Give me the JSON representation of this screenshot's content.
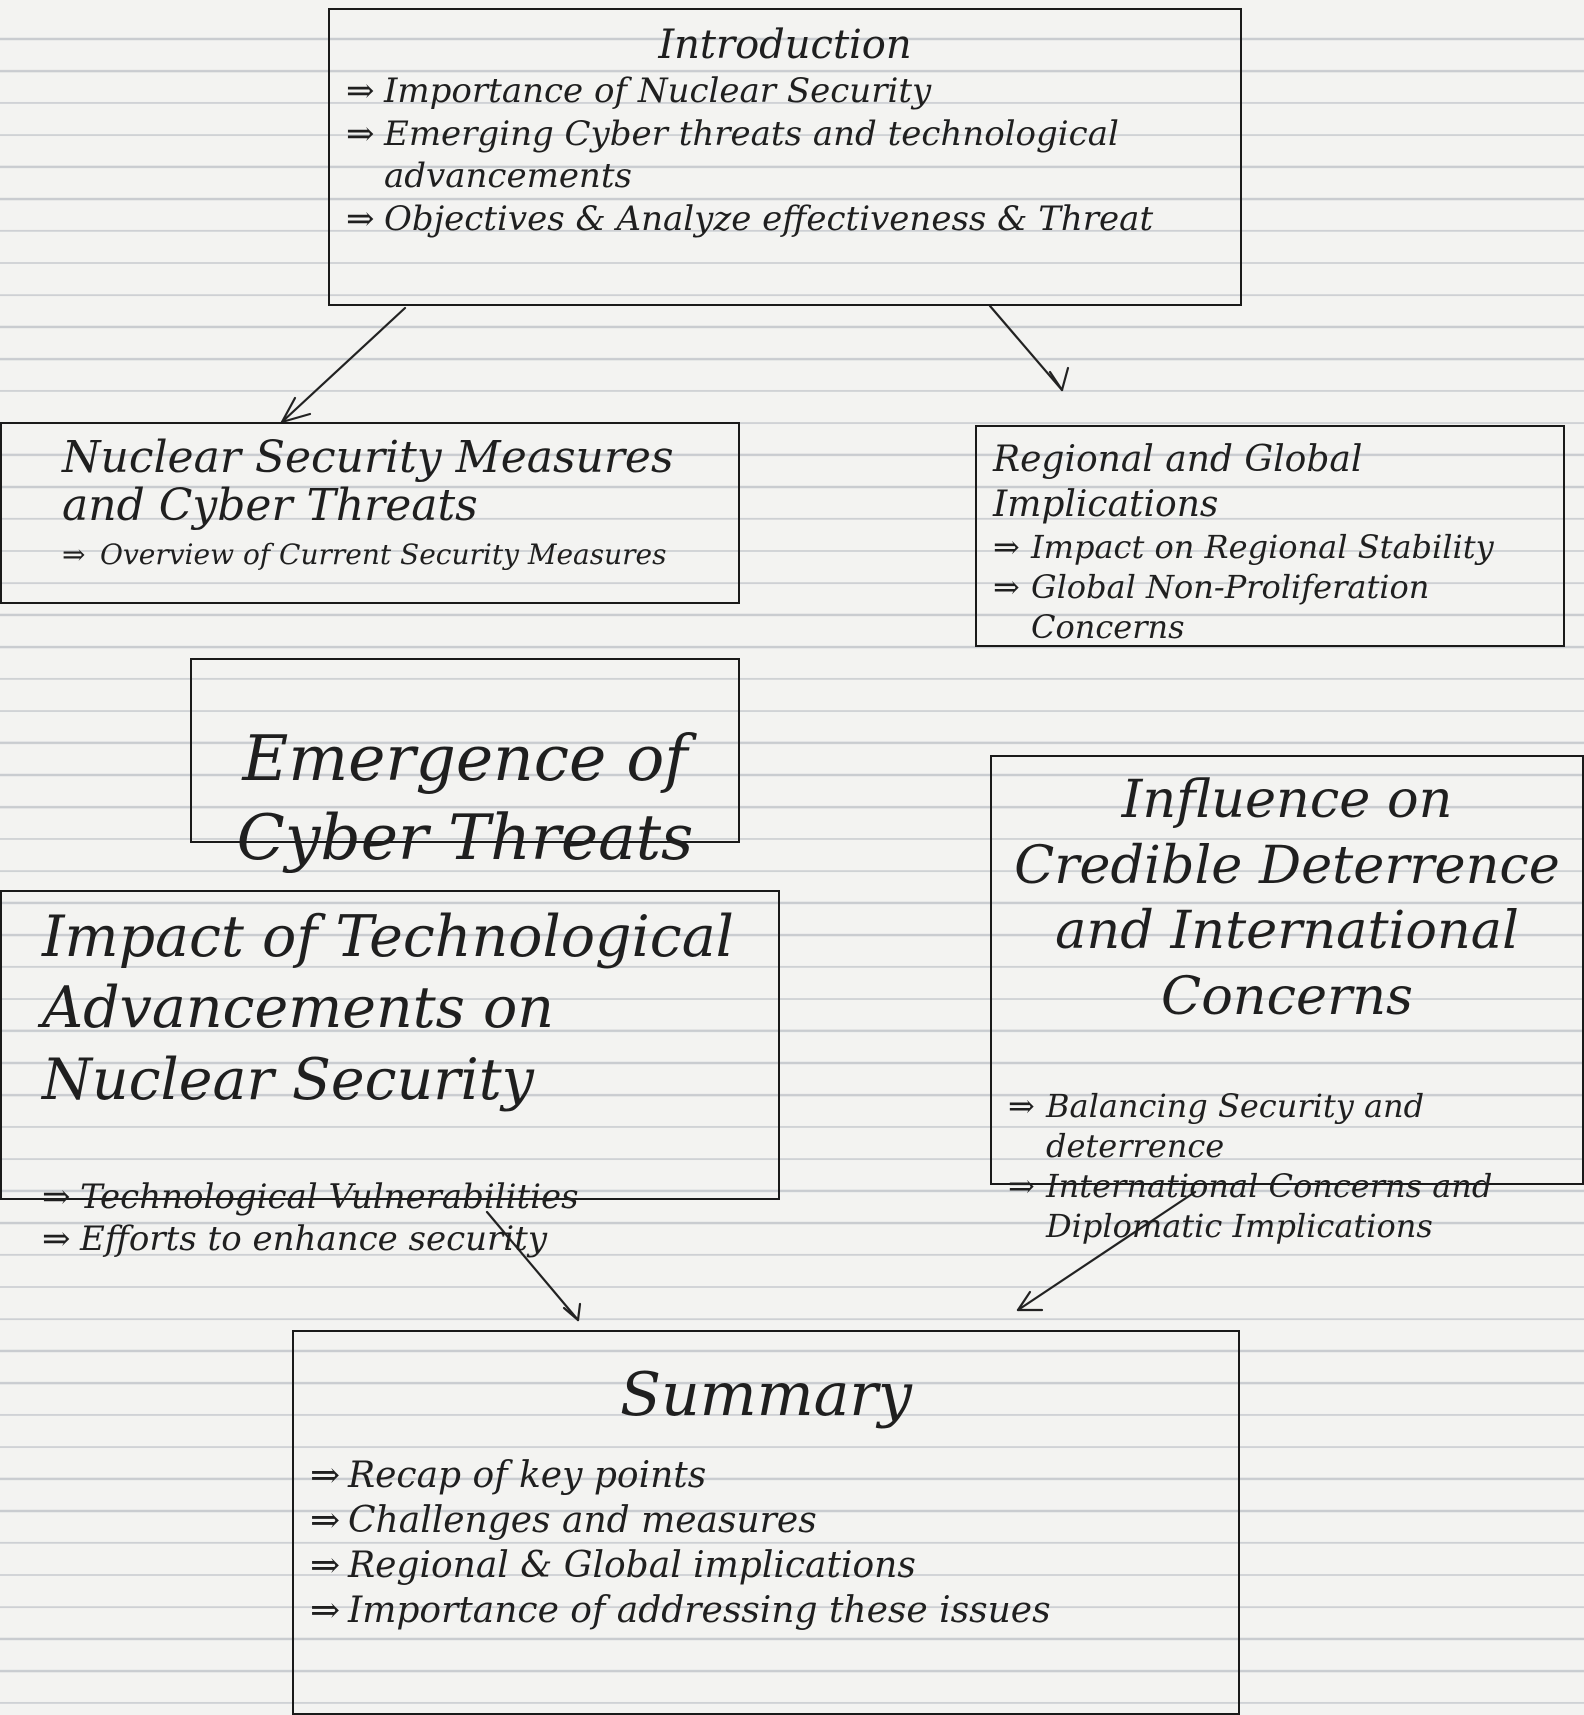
{
  "introduction": {
    "title": "Introduction",
    "points": [
      "Importance of Nuclear Security",
      "Emerging Cyber threats and technological advancements",
      "Objectives & Analyze effectiveness & Threat"
    ]
  },
  "nuclear_security": {
    "title": "Nuclear Security Measures and Cyber Threats",
    "points": [
      "Overview of Current Security Measures"
    ]
  },
  "regional_global": {
    "title": "Regional and Global Implications",
    "points": [
      "Impact on Regional Stability",
      "Global Non-Proliferation Concerns"
    ]
  },
  "emergence": {
    "title": "Emergence of Cyber Threats"
  },
  "influence": {
    "title": "Influence on Credible Deterrence and International Concerns",
    "points": [
      "Balancing Security and deterrence",
      "International Concerns and Diplomatic Implications"
    ]
  },
  "impact": {
    "title": "Impact of Technological Advancements on Nuclear Security",
    "points": [
      "Technological Vulnerabilities",
      "Efforts to enhance security"
    ]
  },
  "summary": {
    "title": "Summary",
    "points": [
      "Recap of key points",
      "Challenges and measures",
      "Regional & Global implications",
      "Importance of addressing these issues"
    ]
  }
}
